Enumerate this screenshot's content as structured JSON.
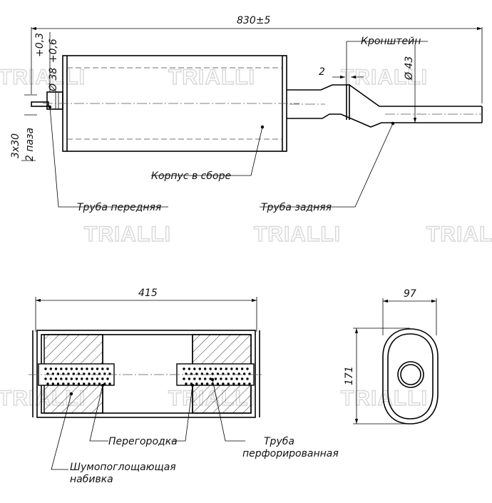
{
  "watermark": {
    "text": "TRIALLI"
  },
  "labels": {
    "bracket": "Кронштейн",
    "body_assembly": "Корпус в сборе",
    "front_pipe": "Труба передняя",
    "rear_pipe": "Труба задняя",
    "baffle": "Перегородка",
    "perforated_line1": "Труба",
    "perforated_line2": "перфорированная",
    "absorbent_line1": "Шумопоглощающая",
    "absorbent_line2": "набивка"
  },
  "dimensions": {
    "overall_length": "830±5",
    "inlet_diameter": "Ø 38",
    "inlet_tolerance": "+0,6",
    "inlet_tolerance_lower": "+0,3",
    "outlet_diameter": "Ø 43",
    "bracket_gap": "2",
    "slot_size": "3x30",
    "slot_count": "2 паза",
    "body_length": "415",
    "body_width": "97",
    "body_height": "171"
  }
}
